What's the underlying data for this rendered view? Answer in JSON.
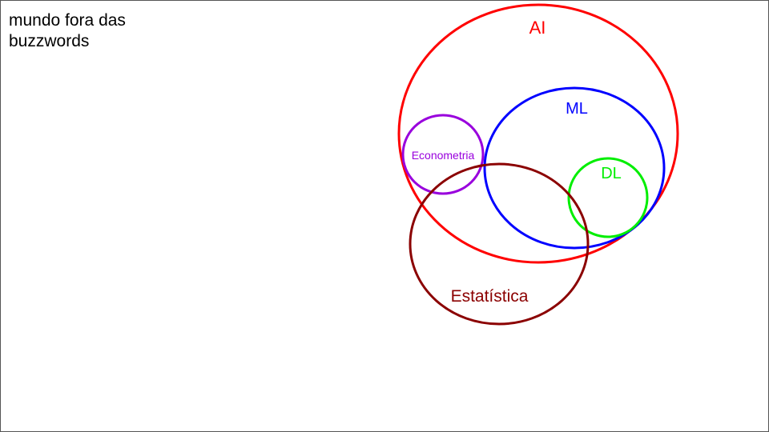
{
  "caption": "mundo fora das buzzwords",
  "sets": {
    "ai": {
      "label": "AI",
      "color": "#ff0000"
    },
    "ml": {
      "label": "ML",
      "color": "#0000ff"
    },
    "dl": {
      "label": "DL",
      "color": "#00ee00"
    },
    "econometria": {
      "label": "Econometria",
      "color": "#9900dd"
    },
    "estatistica": {
      "label": "Estatística",
      "color": "#8b0000"
    }
  }
}
